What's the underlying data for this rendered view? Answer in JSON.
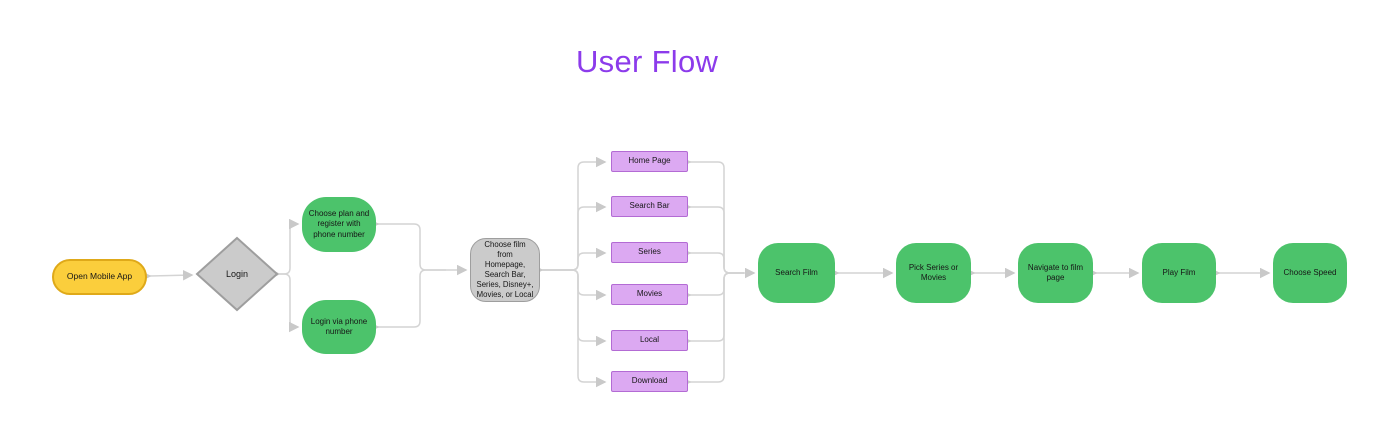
{
  "title": "User Flow",
  "colors": {
    "title": "#8C3BEB",
    "green": "#4CC36B",
    "yellow_fill": "#FBCE3C",
    "yellow_border": "#DFA919",
    "gray_fill": "#CBCBCB",
    "gray_border": "#9E9E9E",
    "purple_fill": "#DCA9F2",
    "purple_border": "#B36BD4",
    "connector": "#D4D4D4",
    "arrow": "#C9C9C9",
    "text": "#161616"
  },
  "nodes": {
    "open_app": {
      "label": "Open Mobile App",
      "type": "start"
    },
    "login": {
      "label": "Login",
      "type": "decision"
    },
    "choose_register": {
      "label": "Choose plan and register with phone number",
      "type": "process"
    },
    "login_phone": {
      "label": "Login via phone number",
      "type": "process"
    },
    "choose_film": {
      "label": "Choose film from Homepage, Search Bar, Series, Disney+, Movies, or Local",
      "type": "process"
    },
    "home_page": {
      "label": "Home Page",
      "type": "option"
    },
    "search_bar": {
      "label": "Search Bar",
      "type": "option"
    },
    "series": {
      "label": "Series",
      "type": "option"
    },
    "movies": {
      "label": "Movies",
      "type": "option"
    },
    "local": {
      "label": "Local",
      "type": "option"
    },
    "download": {
      "label": "Download",
      "type": "option"
    },
    "search_film": {
      "label": "Search Film",
      "type": "process"
    },
    "pick_series": {
      "label": "Pick Series or Movies",
      "type": "process"
    },
    "navigate": {
      "label": "Navigate to film page",
      "type": "process"
    },
    "play_film": {
      "label": "Play Film",
      "type": "process"
    },
    "choose_speed": {
      "label": "Choose Speed",
      "type": "process"
    }
  }
}
